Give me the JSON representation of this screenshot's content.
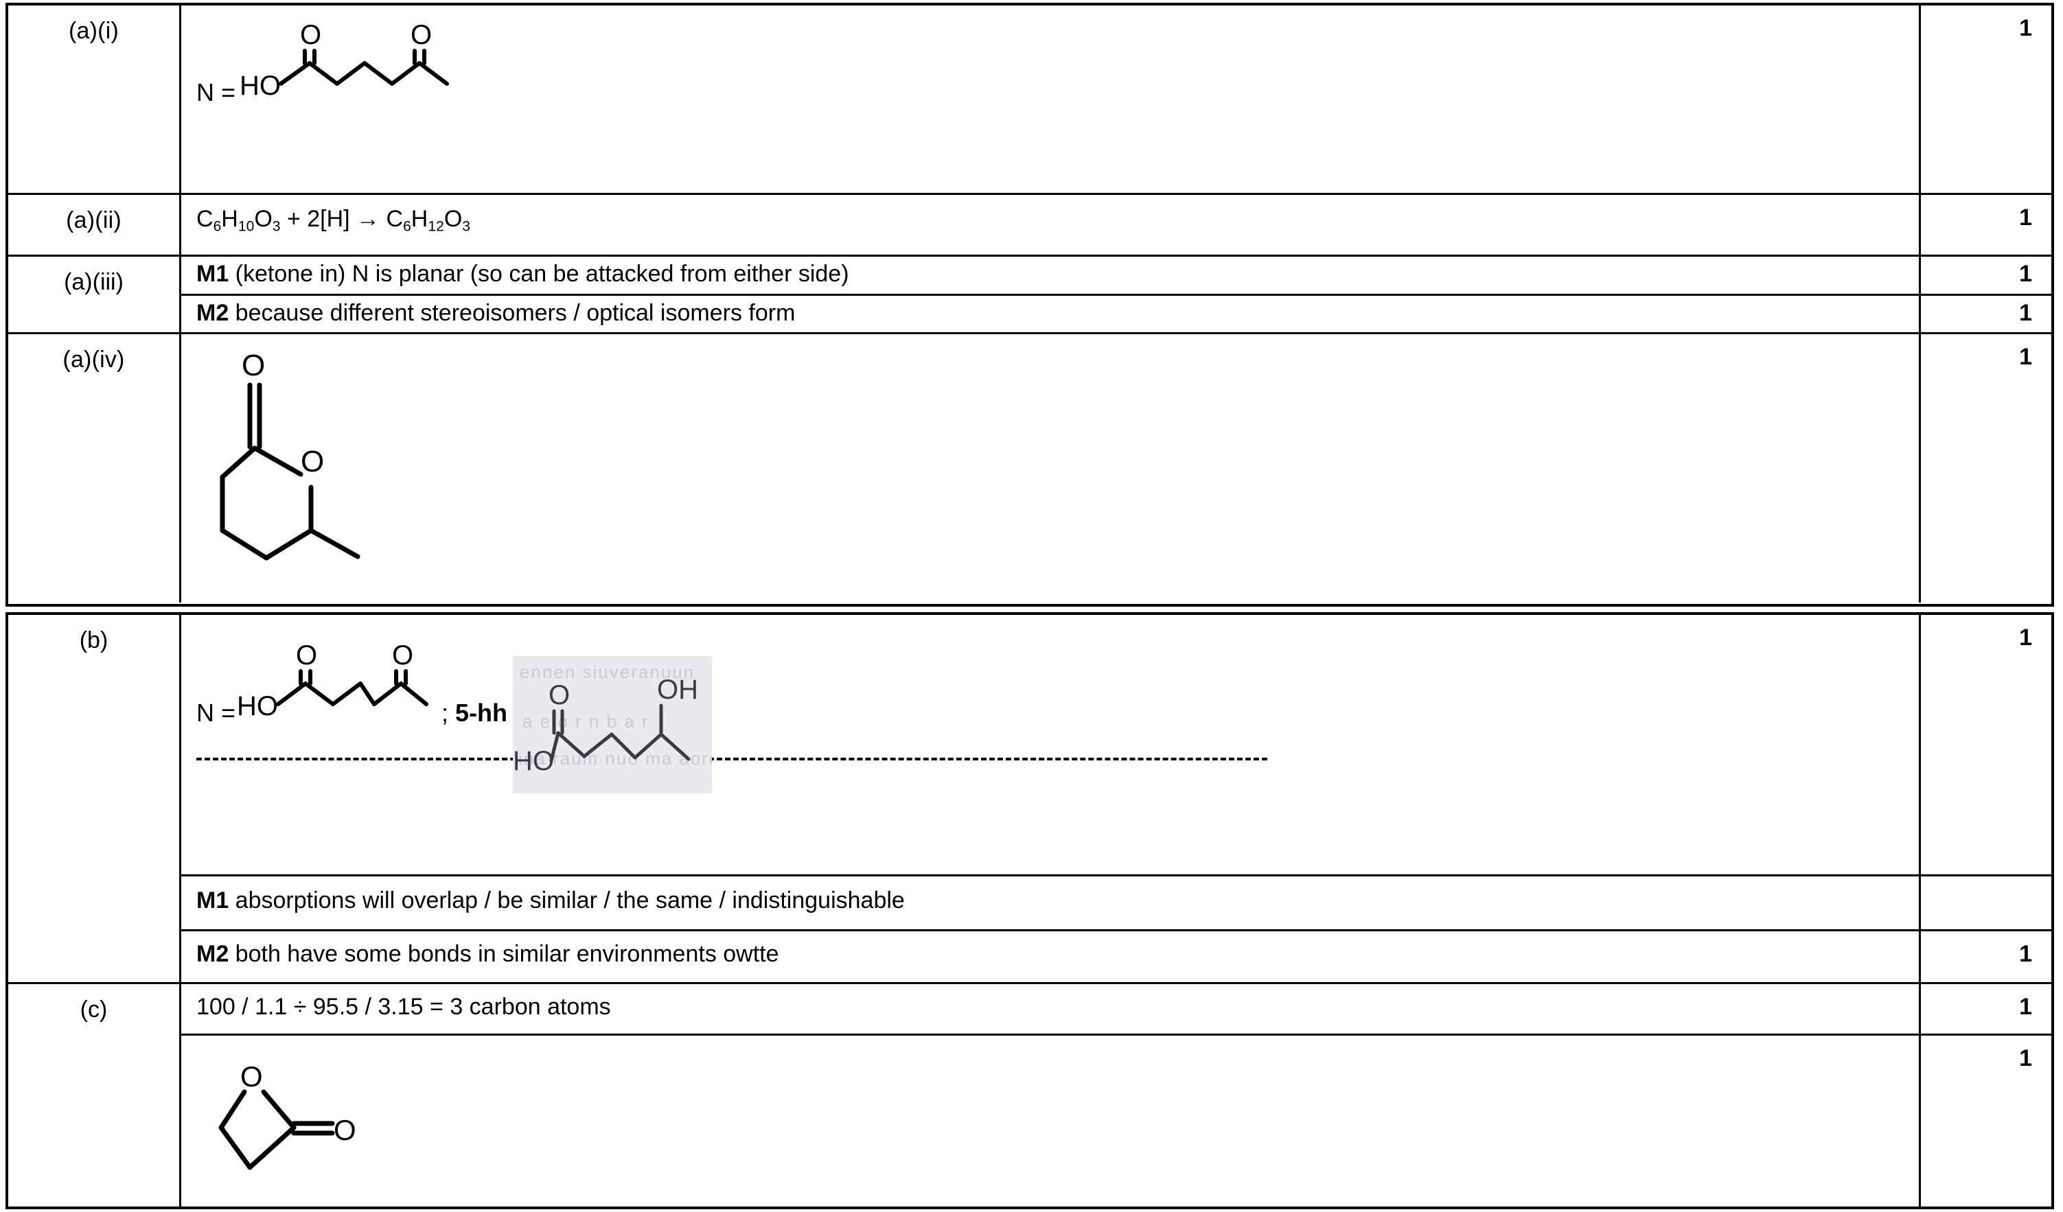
{
  "document": {
    "type": "mark-scheme-table",
    "columns": [
      "question-reference",
      "answer",
      "mark"
    ]
  },
  "rows": [
    {
      "ref": "(a)(i)",
      "kind": "structure",
      "answer_prefix": "N =",
      "structure": "5-oxohexanoic acid skeletal formula, HO-C(=O)-CH2-CH2-CH2-C(=O)-CH3",
      "mark": "1"
    },
    {
      "ref": "(a)(ii)",
      "kind": "equation",
      "equation_parts": [
        {
          "text": "C",
          "sub": ""
        },
        {
          "text": "",
          "sub": "6"
        }
      ],
      "equation_plain": "C6H10O3 + 2[H] → C6H12O3",
      "mark": "1"
    },
    {
      "ref": "(a)(iii)",
      "kind": "text-pair",
      "lines": [
        {
          "tag": "M1",
          "text": " (ketone in) ",
          "bold_mid": "N",
          "rest": " is planar (so can be attacked from either side)",
          "mark": "1"
        },
        {
          "tag": "M2",
          "text": " because different stereoisomers / optical isomers form",
          "mark": "1"
        }
      ]
    },
    {
      "ref": "(a)(iv)",
      "kind": "structure",
      "structure": "6-membered lactone ring (delta-valerolactone) with methyl substituent",
      "mark": "1"
    },
    {
      "ref": "(b)",
      "kind": "structure-plus-text",
      "answer_prefix": "N =",
      "separator": ";",
      "label": "5-hh",
      "structure": "5-oxohexanoic acid skeletal formula",
      "pasted_structure": "5-hydroxyhexanoic acid skeletal formula with HO and OH labels",
      "mark": "1",
      "lines": [
        {
          "tag": "M1",
          "text": " absorptions will overlap / be similar / the same / indistinguishable",
          "mark": ""
        },
        {
          "tag": "M2",
          "text": " both have some bonds in similar environments owtte",
          "mark": "1"
        }
      ]
    },
    {
      "ref": "(c)",
      "kind": "calc-plus-structure",
      "calculation": "100 / 1.1 ÷ 95.5 / 3.15 = 3 carbon atoms",
      "mark_calc": "1",
      "structure": "4-membered beta-lactone ring (beta-propiolactone) with C=O",
      "mark_structure": "1"
    }
  ],
  "labels": {
    "n_equals": "N =",
    "ho": "HO",
    "o": "O",
    "oh": "OH",
    "semicolon": ";",
    "five_hh": "5-hh",
    "m1": "M1",
    "m2": "M2",
    "mark_one": "1",
    "formula_a_ii": "C6H10O3 + 2[H] → C6H12O3",
    "a_iii_m1": " (ketone in) N is planar (so can be attacked from either side)",
    "a_iii_m2": " because different stereoisomers / optical isomers form",
    "b_m1": " absorptions will overlap / be similar / the same / indistinguishable",
    "b_m2": " both have some bonds in similar environments owtte",
    "c_calc": "100 / 1.1 ÷ 95.5 / 3.15 = 3 carbon atoms",
    "ref_a_i": "(a)(i)",
    "ref_a_ii": "(a)(ii)",
    "ref_a_iii": "(a)(iii)",
    "ref_a_iv": "(a)(iv)",
    "ref_b": "(b)",
    "ref_c": "(c)"
  },
  "colors": {
    "rule": "#000000",
    "text": "#000000",
    "pasted_background": "#e9e9ee",
    "pasted_ghost_text": "#c9c9d4",
    "page_background": "#ffffff"
  }
}
